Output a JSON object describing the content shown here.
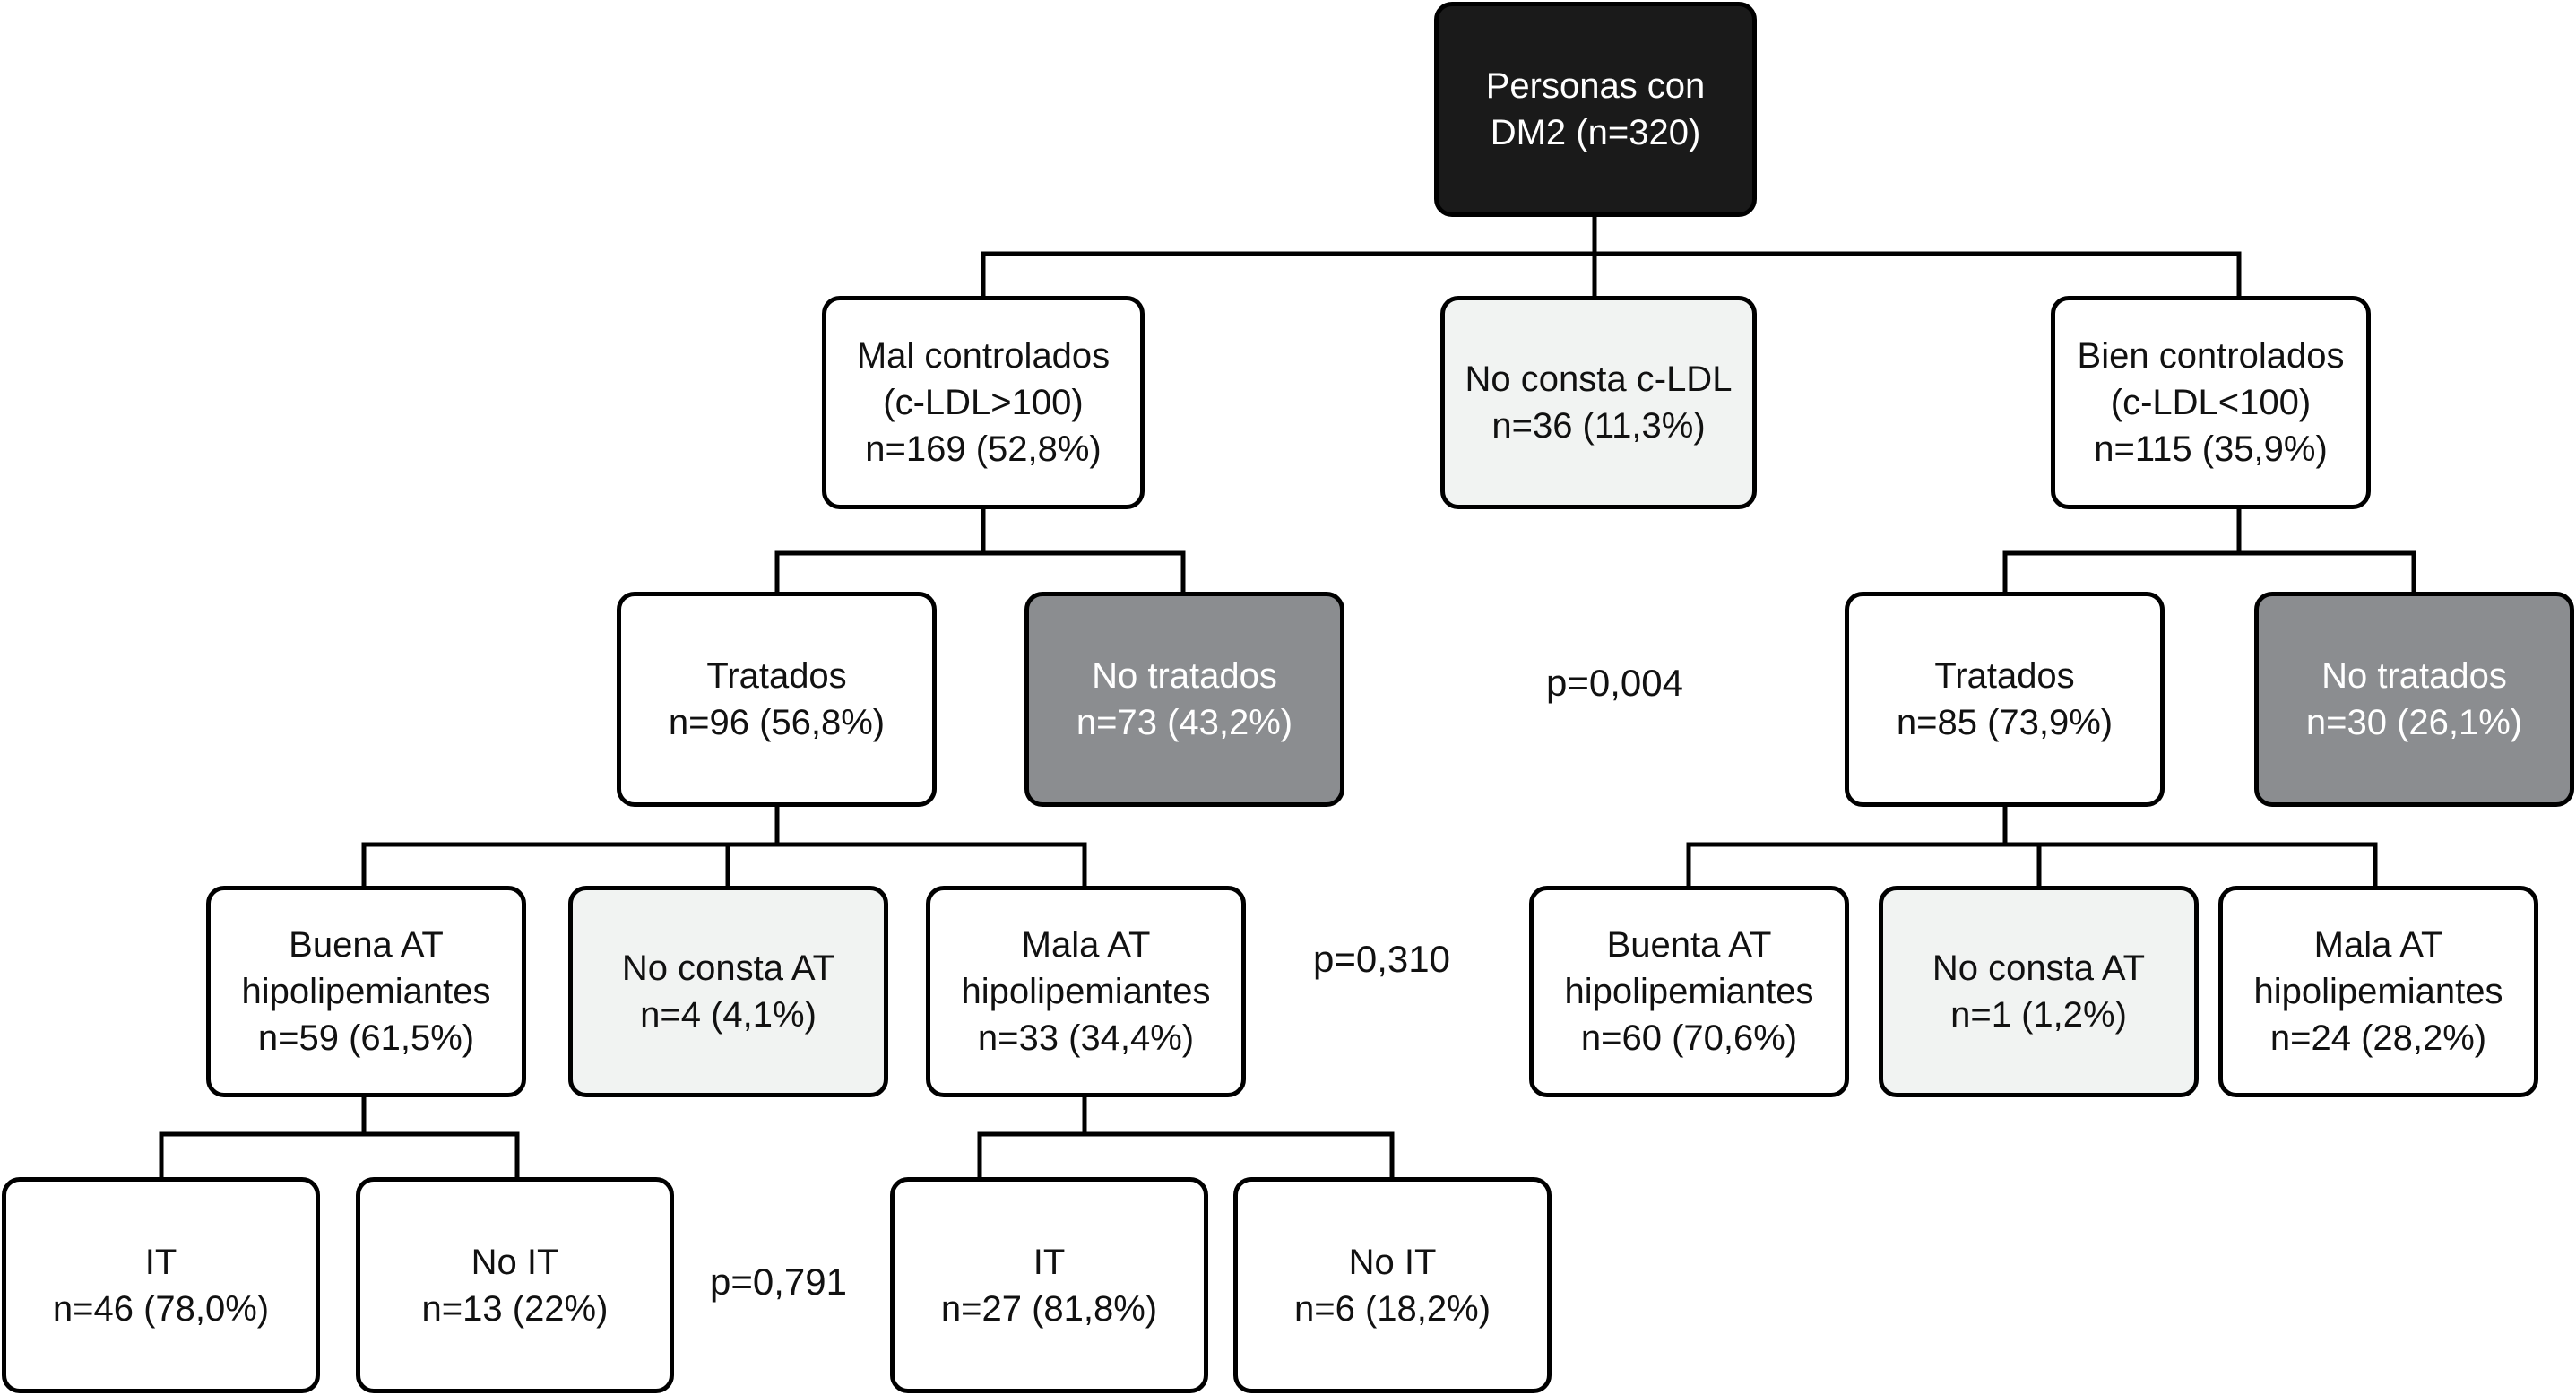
{
  "nodes": {
    "root": {
      "lines": [
        "Personas con",
        "DM2 (n=320)"
      ]
    },
    "mal": {
      "lines": [
        "Mal controlados",
        "(c-LDL>100)",
        "n=169 (52,8%)"
      ]
    },
    "noconsta_ldl": {
      "lines": [
        "No consta c-LDL",
        "n=36 (11,3%)"
      ]
    },
    "bien": {
      "lines": [
        "Bien controlados",
        "(c-LDL<100)",
        "n=115 (35,9%)"
      ]
    },
    "mal_trat": {
      "lines": [
        "Tratados",
        "n=96 (56,8%)"
      ]
    },
    "mal_notrat": {
      "lines": [
        "No tratados",
        "n=73 (43,2%)"
      ]
    },
    "bien_trat": {
      "lines": [
        "Tratados",
        "n=85 (73,9%)"
      ]
    },
    "bien_notrat": {
      "lines": [
        "No tratados",
        "n=30 (26,1%)"
      ]
    },
    "mal_buena": {
      "lines": [
        "Buena AT",
        "hipolipemiantes",
        "n=59 (61,5%)"
      ]
    },
    "mal_noconsta": {
      "lines": [
        "No consta AT",
        "n=4 (4,1%)"
      ]
    },
    "mal_mala": {
      "lines": [
        "Mala AT",
        "hipolipemiantes",
        "n=33 (34,4%)"
      ]
    },
    "bien_buena": {
      "lines": [
        "Buenta AT",
        "hipolipemiantes",
        "n=60 (70,6%)"
      ]
    },
    "bien_noconsta": {
      "lines": [
        "No consta AT",
        "n=1 (1,2%)"
      ]
    },
    "bien_mala": {
      "lines": [
        "Mala AT",
        "hipolipemiantes",
        "n=24 (28,2%)"
      ]
    },
    "buena_it": {
      "lines": [
        "IT",
        "n=46 (78,0%)"
      ]
    },
    "buena_noit": {
      "lines": [
        "No IT",
        "n=13 (22%)"
      ]
    },
    "mala_it": {
      "lines": [
        "IT",
        "n=27 (81,8%)"
      ]
    },
    "mala_noit": {
      "lines": [
        "No IT",
        "n=6 (18,2%)"
      ]
    }
  },
  "pvalues": {
    "tratamiento": "p=0,004",
    "adherencia": "p=0,310",
    "inercia": "p=0,791"
  },
  "colors": {
    "root_fill": "#1a1a1a",
    "no_consta_fill": "#f1f3f2",
    "no_tratados_fill": "#8b8d90",
    "default_fill": "#ffffff",
    "stroke": "#000000"
  }
}
